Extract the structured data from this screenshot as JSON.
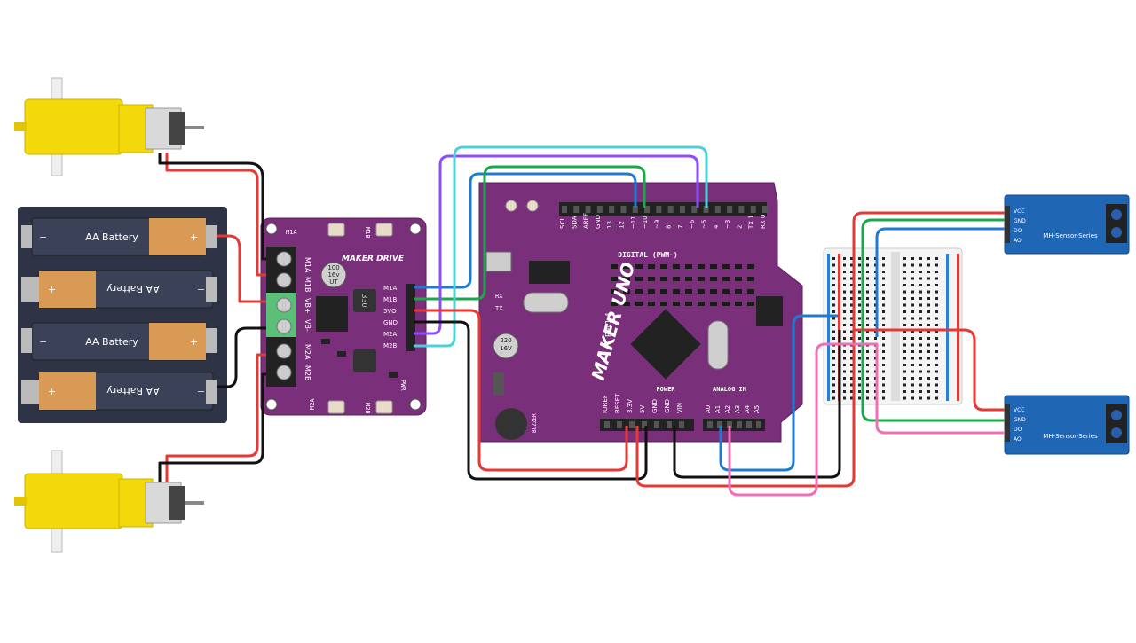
{
  "batteries": [
    {
      "label": "AA Battery"
    },
    {
      "label": "AA Battery"
    },
    {
      "label": "AA Battery"
    },
    {
      "label": "AA Battery"
    }
  ],
  "motor_driver": {
    "title": "MAKER DRIVE",
    "cap_top": "100",
    "cap_mid": "16v",
    "cap_bot": "UT",
    "inductor": "330",
    "pins_right": [
      "M1A",
      "M1B",
      "5VO",
      "GND",
      "M2A",
      "M2B"
    ],
    "terminal_labels": [
      "M1A",
      "M1B",
      "VB+",
      "VB-",
      "M2A",
      "M2B"
    ],
    "btn_labels": [
      "M1A",
      "M1B",
      "M2A",
      "M2B"
    ],
    "pwr": "PWR"
  },
  "uno": {
    "name": "MAKER UNO",
    "rev": "Rev1.4",
    "digital": "DIGITAL (PWM~)",
    "power": "POWER",
    "analog": "ANALOG IN",
    "top_pins": [
      "SCL",
      "SDA",
      "AREF",
      "GND",
      "13",
      "12",
      "~11",
      "~10",
      "~9",
      "8",
      "7",
      "~6",
      "~5",
      "4",
      "~3",
      "2",
      "TX 1",
      "RX 0"
    ],
    "bottom_power": [
      "IOREF",
      "RESET",
      "3.3V",
      "5V",
      "GND",
      "GND",
      "VIN"
    ],
    "bottom_analog": [
      "A0",
      "A1",
      "A2",
      "A3",
      "A4",
      "A5"
    ],
    "rx": "RX",
    "tx": "TX",
    "buzzer": "BUZZER",
    "cap": "220",
    "cap2": "16V"
  },
  "sensors": [
    {
      "label": "MH-Sensor-Series",
      "pins": [
        "VCC",
        "GND",
        "DO",
        "AO"
      ]
    },
    {
      "label": "MH-Sensor-Series",
      "pins": [
        "VCC",
        "GND",
        "DO",
        "AO"
      ]
    }
  ],
  "colors": {
    "board": "#7a2f7a",
    "wire_red": "#e53935",
    "wire_black": "#111111",
    "wire_blue": "#1e7bd1",
    "wire_green": "#1aa84a",
    "wire_purple": "#8a4dff",
    "wire_cyan": "#4fd0d8",
    "wire_pink": "#f06fb8",
    "motor_yellow": "#f4d90a",
    "battery_body": "#3b4257",
    "battery_cap": "#d99a55",
    "sensor_blue": "#1f67b5"
  }
}
